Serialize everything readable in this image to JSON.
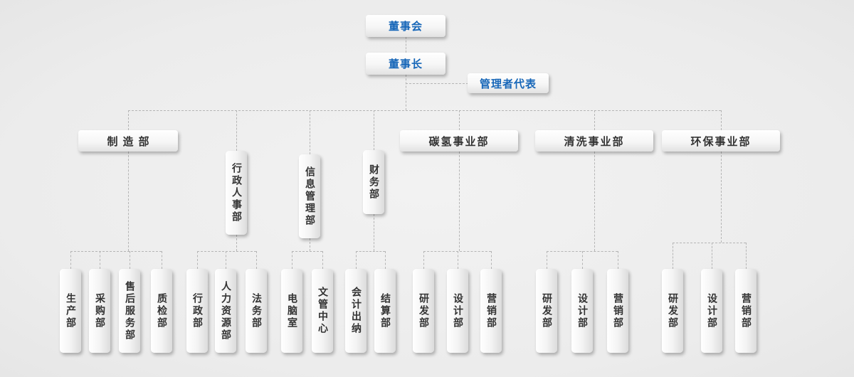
{
  "chart": {
    "top": {
      "board": "董事会",
      "chairman": "董事长",
      "representative": "管理者代表"
    },
    "branches": [
      {
        "label": "制造部",
        "children": [
          "生产部",
          "采购部",
          "售后服务部",
          "质检部"
        ]
      },
      {
        "label": "行政人事部",
        "children": [
          "行政部",
          "人力资源部",
          "法务部"
        ]
      },
      {
        "label": "信息管理部",
        "children": [
          "电脑室",
          "文管中心"
        ]
      },
      {
        "label": "财务部",
        "children": [
          "会计出纳",
          "结算部"
        ]
      },
      {
        "label": "碳氢事业部",
        "children": [
          "研发部",
          "设计部",
          "营销部"
        ]
      },
      {
        "label": "清洗事业部",
        "children": [
          "研发部",
          "设计部",
          "营销部"
        ]
      },
      {
        "label": "环保事业部",
        "children": [
          "研发部",
          "设计部",
          "营销部"
        ]
      }
    ]
  },
  "colors": {
    "executive_text": "#1666b8",
    "department_text": "#333333",
    "connector_line": "#b5b5b5",
    "background": "#efefef"
  }
}
